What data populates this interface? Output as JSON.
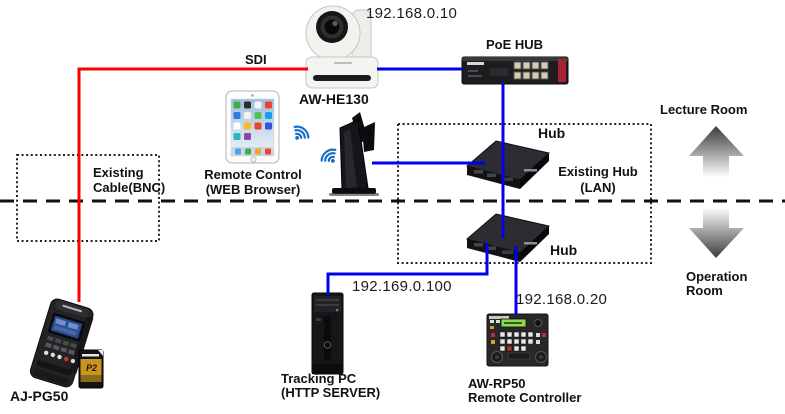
{
  "colors": {
    "sdi_cable": "#ff0000",
    "lan_cable": "#0000ee",
    "wifi": "#1a6fc9"
  },
  "labels": {
    "camera_ip": "192.168.0.10",
    "sdi": "SDI",
    "poe_hub": "PoE HUB",
    "camera_model": "AW-HE130",
    "remote_control_line1": "Remote Control",
    "remote_control_line2": "(WEB Browser)",
    "hub_lecture": "Hub",
    "hub_operation": "Hub",
    "existing_hub_line1": "Existing Hub",
    "existing_hub_line2": "(LAN)",
    "lecture_room": "Lecture Room",
    "operation_room": "Operation Room",
    "existing_cable_line1": "Existing",
    "existing_cable_line2": "Cable(BNC)",
    "tracking_pc_ip": "192.169.0.100",
    "controller_ip": "192.168.0.20",
    "tracking_pc_line1": "Tracking PC",
    "tracking_pc_line2": "(HTTP SERVER)",
    "controller_line1": "AW-RP50",
    "controller_line2": "Remote Controller",
    "recorder_model": "AJ-PG50",
    "p2_logo": "P2"
  }
}
